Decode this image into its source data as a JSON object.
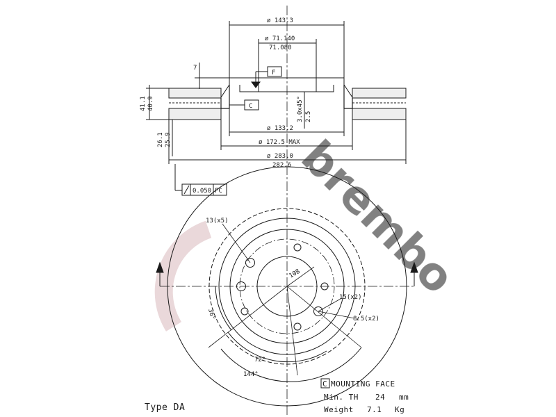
{
  "dimensions": {
    "d_outer_top": "ø 143.3",
    "d_hub_top": "ø 71.140",
    "d_hub_bottom": "71.080",
    "hub_depth": "7",
    "datum_f": "F",
    "datum_c": "C",
    "height_top": "41.1",
    "height_bottom": "40.9",
    "chamfer": "3.0x45°",
    "chamfer_depth": "2.5",
    "thickness_top": "26.1",
    "thickness_bottom": "25.9",
    "d_inner": "ø 133.2",
    "d_max": "ø 172.5 MAX",
    "d_disc_top": "ø 283.0",
    "d_disc_bottom": "282.6",
    "runout_value": "0.050",
    "runout_ref": "FC"
  },
  "plan_view": {
    "hole_spec": "13(x5)",
    "pcd": "108",
    "hole_15": "15(x2)",
    "hole_85": "8.5(x2)",
    "angle_36": "36°",
    "angle_72": "72°",
    "angle_144": "144°"
  },
  "notes": {
    "mounting_marker": "C",
    "mounting_face": "MOUNTING FACE",
    "min_th_label": "Min. TH",
    "min_th_value": "24",
    "min_th_unit": "mm",
    "weight_label": "Weight",
    "weight_value": "7.1",
    "weight_unit": "Kg",
    "type": "Type DA"
  },
  "watermark": {
    "text": "brembo"
  },
  "colors": {
    "line": "#1a1a1a",
    "watermark": "#d9b8bc",
    "paper": "#ffffff"
  }
}
